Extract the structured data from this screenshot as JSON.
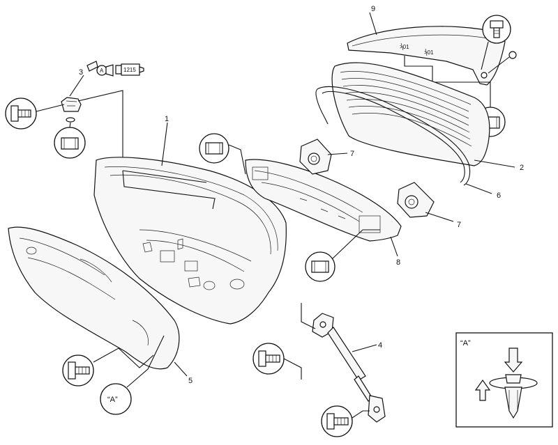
{
  "callouts": {
    "c1": "1",
    "c2": "2",
    "c3": "3",
    "c4": "4",
    "c5": "5",
    "c6": "6",
    "c7a": "7",
    "c7b": "7",
    "c8": "8",
    "c9": "9"
  },
  "torque_symbol_letter": "A",
  "sealant_code": "1215",
  "view_ref_label": "“A”",
  "detail_box_label": "“A”",
  "spoiler_marks": [
    ">01",
    ">01"
  ]
}
